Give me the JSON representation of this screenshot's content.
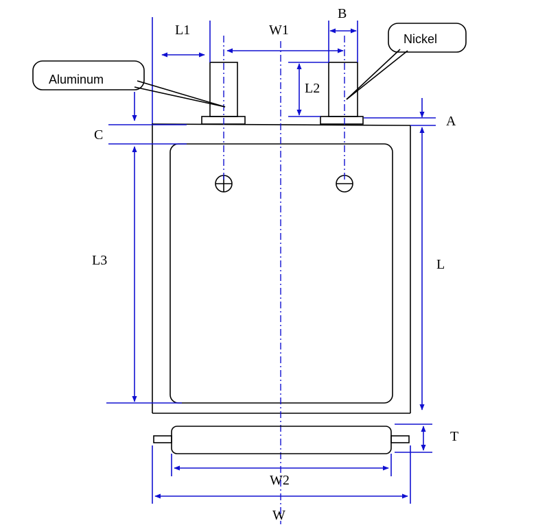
{
  "callouts": {
    "aluminum": "Aluminum",
    "nickel": "Nickel"
  },
  "dimensions": {
    "l1": "L1",
    "w1": "W1",
    "b": "B",
    "l2": "L2",
    "a": "A",
    "c": "C",
    "l3": "L3",
    "l": "L",
    "t": "T",
    "w2": "W2",
    "w": "W"
  },
  "colors": {
    "outline": "#000000",
    "dimension": "#1010d0"
  }
}
